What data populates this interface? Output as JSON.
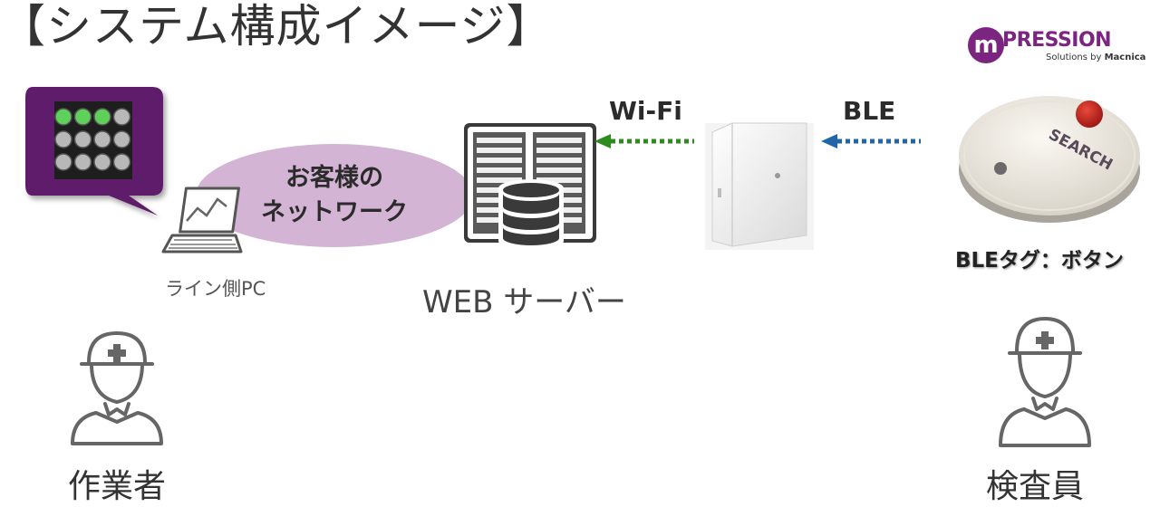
{
  "title": "【システム構成イメージ】",
  "logo": {
    "mark": "m",
    "word": "PRESSION",
    "sub_prefix": "Solutions by ",
    "sub_brand": "Macnica",
    "brand_color": "#7b2480"
  },
  "network": {
    "line1": "お客様の",
    "line2": "ネットワーク",
    "fill_color": "#d3b4d4"
  },
  "labels": {
    "line_pc": "ライン側PC",
    "web_server": "WEB サーバー",
    "wifi": "Wi-Fi",
    "ble": "BLE",
    "ble_tag": "BLEタグ：ボタン",
    "worker": "作業者",
    "inspector": "検査員"
  },
  "tag_device": {
    "print": "SEARCH"
  },
  "colors": {
    "wifi_arrow": "#2e8b1e",
    "ble_arrow": "#2266aa",
    "callout_purple": "#5e1f6b",
    "tag_button": "#c8201e"
  },
  "icons": {
    "monitor_screen": "dashboard-screen-icon",
    "laptop": "laptop-icon",
    "server": "server-rack-icon",
    "gateway": "wifi-gateway-icon",
    "ble_tag": "ble-tag-button-icon",
    "worker": "helmet-person-icon",
    "inspector": "helmet-person-icon"
  }
}
